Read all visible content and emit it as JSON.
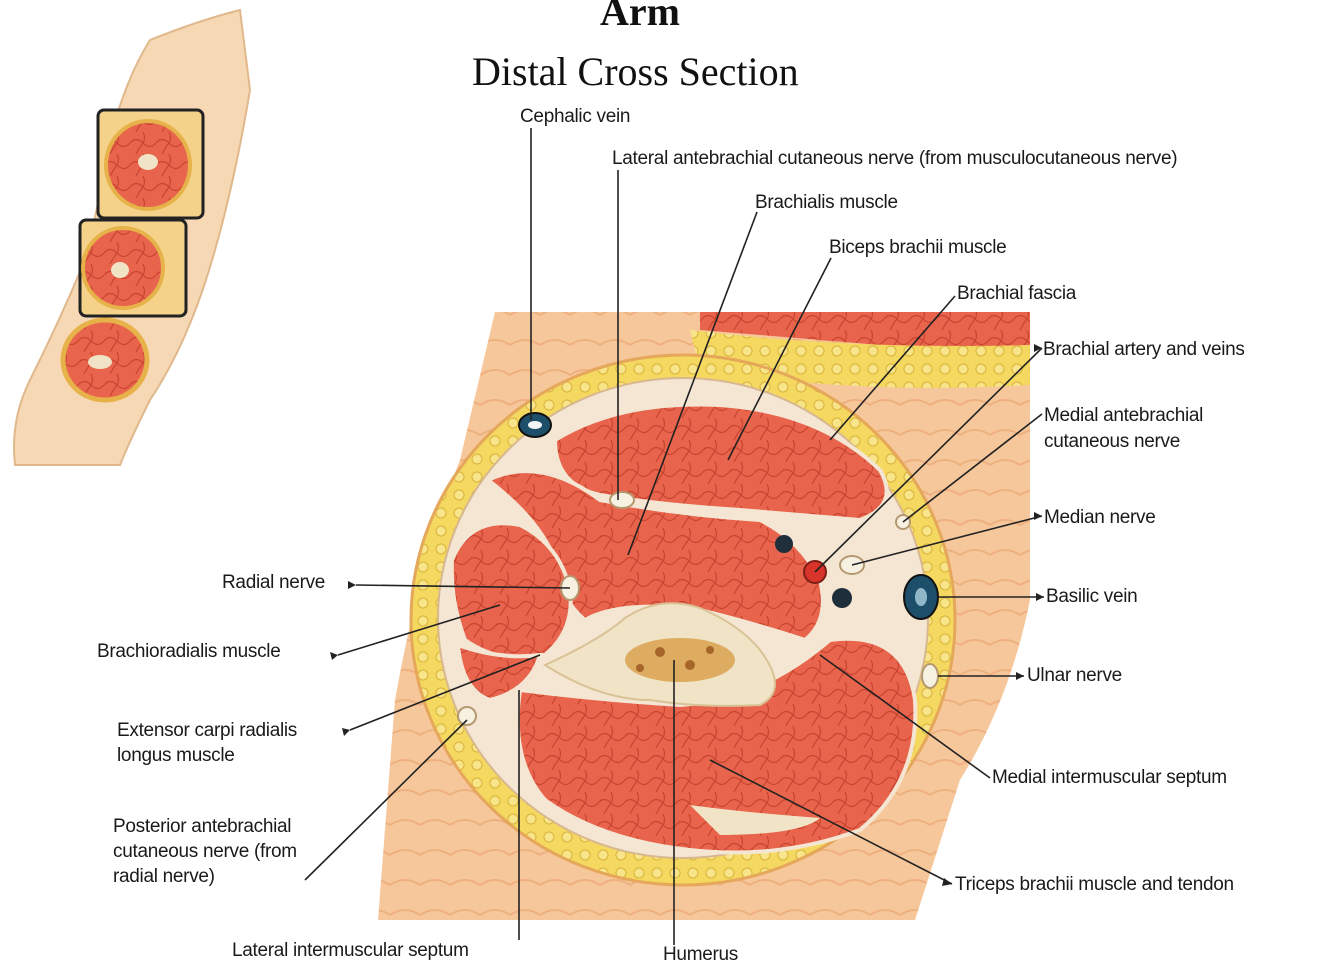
{
  "title": "Arm",
  "subtitle": "Distal Cross Section",
  "labels": {
    "cephalic_vein": "Cephalic vein",
    "lateral_antebrachial": "Lateral antebrachial cutaneous nerve (from musculocutaneous  nerve)",
    "brachialis": "Brachialis muscle",
    "biceps": "Biceps brachii muscle",
    "brachial_fascia": "Brachial fascia",
    "brachial_artery": "Brachial artery and veins",
    "medial_antebrachial_1": "Medial antebrachial",
    "medial_antebrachial_2": "cutaneous nerve",
    "median_nerve": "Median nerve",
    "basilic_vein": "Basilic vein",
    "ulnar_nerve": "Ulnar nerve",
    "medial_septum": "Medial intermuscular septum",
    "triceps": "Triceps brachii muscle and tendon",
    "humerus": "Humerus",
    "lateral_septum": "Lateral intermuscular septum",
    "posterior_1": "Posterior antebrachial",
    "posterior_2": "cutaneous nerve (from",
    "posterior_3": "radial nerve)",
    "ecrl_1": "Extensor carpi radialis",
    "ecrl_2": "longus muscle",
    "brachioradialis": "Brachioradialis muscle",
    "radial_nerve": "Radial nerve"
  },
  "colors": {
    "muscle": "#e8624a",
    "muscle_dark": "#c94431",
    "fat": "#f2d24a",
    "skin": "#f6c9a0",
    "fascia": "#f4e6d2",
    "bone": "#f1e4c6",
    "vein": "#1e4f6a"
  }
}
